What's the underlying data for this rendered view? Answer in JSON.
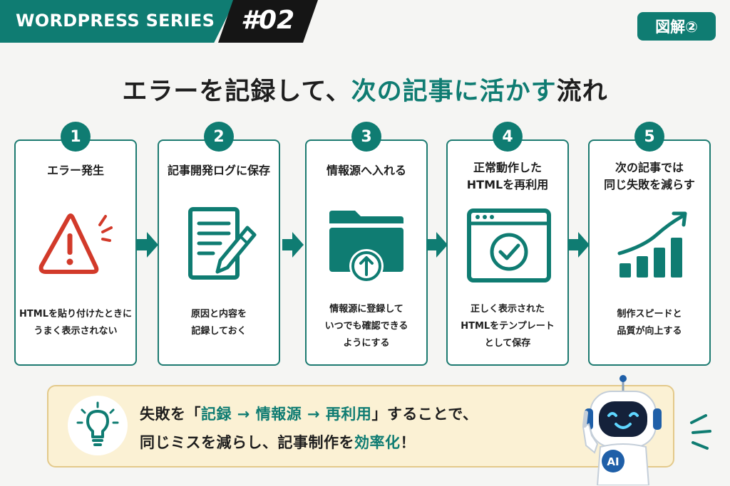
{
  "header": {
    "series_label": "WORDPRESS SERIES",
    "number_label": "#02",
    "badge_label": "図解②"
  },
  "title": {
    "part1": "エラーを記録して、",
    "part2": "次の記事に活かす",
    "part3": "流れ"
  },
  "steps": [
    {
      "number": "1",
      "heading": "エラー発生",
      "description": "HTMLを貼り付けたときに\nうまく表示されない",
      "icon": "warning-icon"
    },
    {
      "number": "2",
      "heading": "記事開発ログに保存",
      "description": "原因と内容を\n記録しておく",
      "icon": "document-pencil-icon"
    },
    {
      "number": "3",
      "heading": "情報源へ入れる",
      "description": "情報源に登録して\nいつでも確認できる\nようにする",
      "icon": "folder-upload-icon"
    },
    {
      "number": "4",
      "heading": "正常動作した\nHTMLを再利用",
      "description": "正しく表示された\nHTMLをテンプレート\nとして保存",
      "icon": "browser-check-icon"
    },
    {
      "number": "5",
      "heading": "次の記事では\n同じ失敗を減らす",
      "description": "制作スピードと\n品質が向上する",
      "icon": "growth-chart-icon"
    }
  ],
  "summary": {
    "line1_a": "失敗を「",
    "line1_b": "記録 → 情報源 → 再利用",
    "line1_c": "」することで、",
    "line2_a": "同じミスを減らし、記事制作を",
    "line2_b": "効率化",
    "line2_c": "！",
    "mascot_badge": "AI",
    "icon": "lightbulb-icon"
  },
  "colors": {
    "accent": "#0f7c72",
    "warning": "#d23a2a",
    "summary_bg": "#fbf1d4"
  }
}
